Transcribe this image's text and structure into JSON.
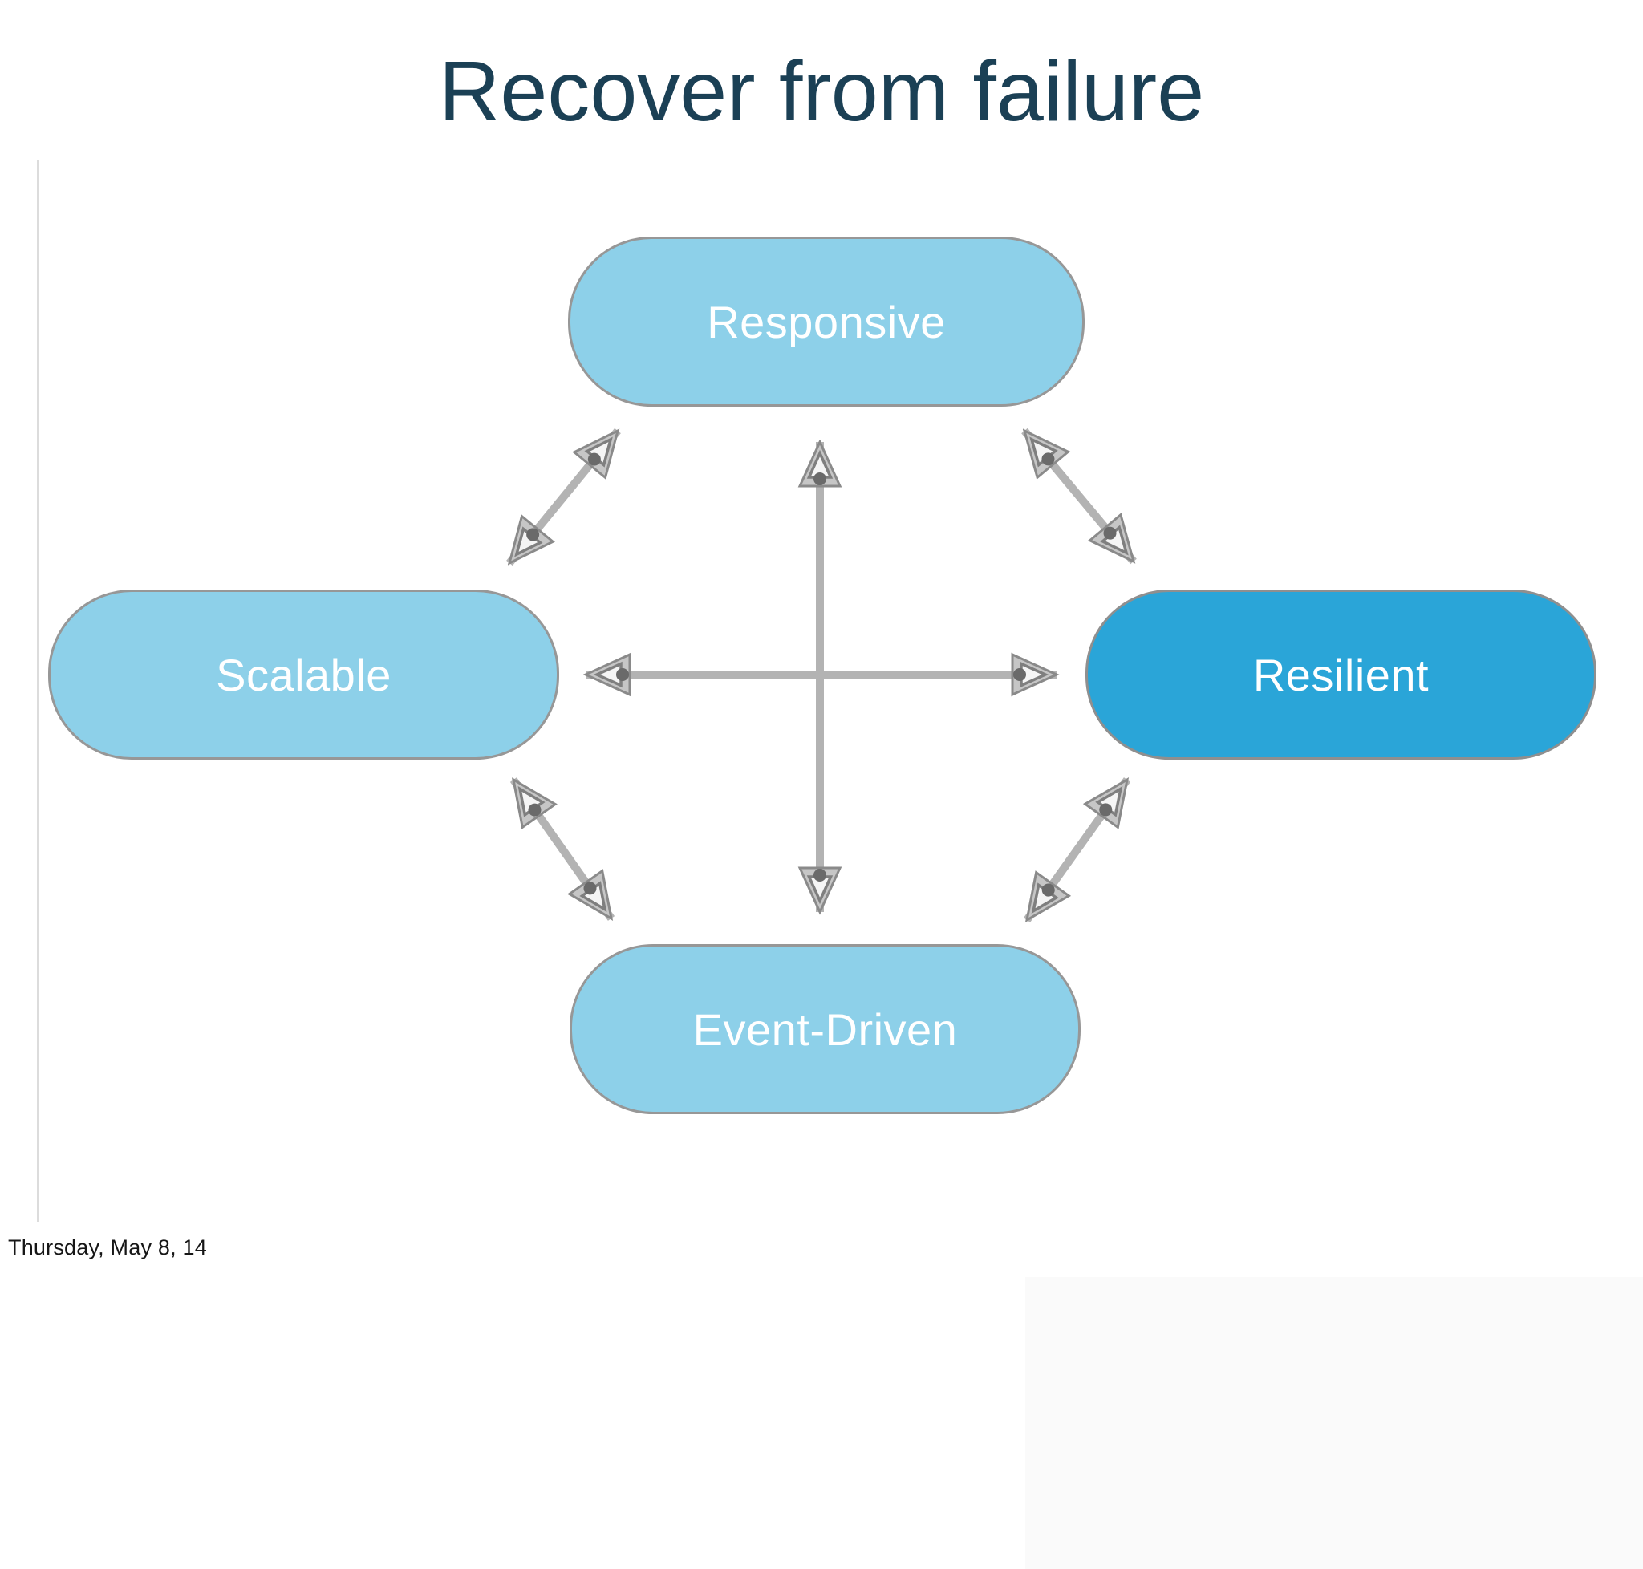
{
  "slide": {
    "title": "Recover from failure",
    "footer": "Thursday, May 8, 14"
  },
  "diagram": {
    "nodes": [
      {
        "id": "responsive",
        "label": "Responsive",
        "variant": "light"
      },
      {
        "id": "scalable",
        "label": "Scalable",
        "variant": "light"
      },
      {
        "id": "resilient",
        "label": "Resilient",
        "variant": "dark"
      },
      {
        "id": "event-driven",
        "label": "Event-Driven",
        "variant": "light"
      }
    ],
    "edges": [
      {
        "from": "responsive",
        "to": "event-driven",
        "bidirectional": true
      },
      {
        "from": "scalable",
        "to": "resilient",
        "bidirectional": true
      },
      {
        "from": "responsive",
        "to": "scalable",
        "bidirectional": true
      },
      {
        "from": "responsive",
        "to": "resilient",
        "bidirectional": true
      },
      {
        "from": "scalable",
        "to": "event-driven",
        "bidirectional": true
      },
      {
        "from": "event-driven",
        "to": "resilient",
        "bidirectional": true
      }
    ],
    "colors": {
      "node_light_fill": "#8dd0e9",
      "node_dark_fill": "#2aa5d8",
      "node_border": "#979797",
      "node_text": "#ffffff",
      "arrow_shaft": "#b3b3b3",
      "arrow_outline": "#8a8a8a",
      "arrow_head_fill": "#c6c6c6",
      "title_text": "#1b4055",
      "footer_text": "#161616"
    }
  }
}
